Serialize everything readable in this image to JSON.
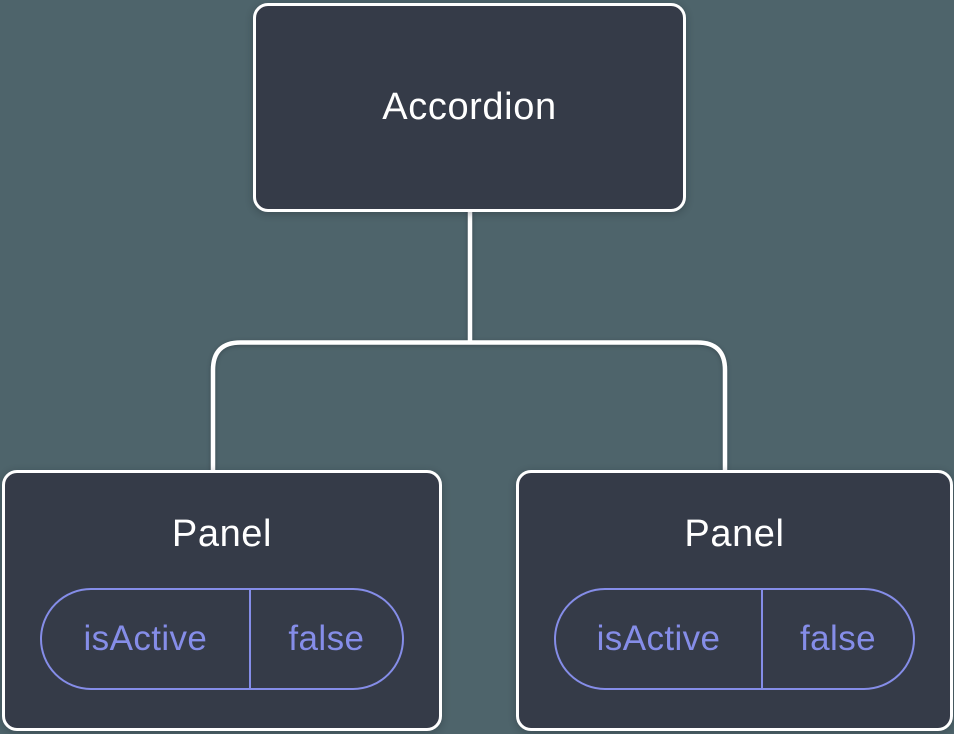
{
  "diagram": {
    "root": {
      "label": "Accordion"
    },
    "children": [
      {
        "label": "Panel",
        "state": {
          "name": "isActive",
          "value": "false"
        }
      },
      {
        "label": "Panel",
        "state": {
          "name": "isActive",
          "value": "false"
        }
      }
    ]
  },
  "colors": {
    "background": "#4e646b",
    "node_fill": "#353b48",
    "node_border": "#ffffff",
    "node_text": "#ffffff",
    "connector": "#ffffff",
    "state_accent": "#858de8"
  }
}
